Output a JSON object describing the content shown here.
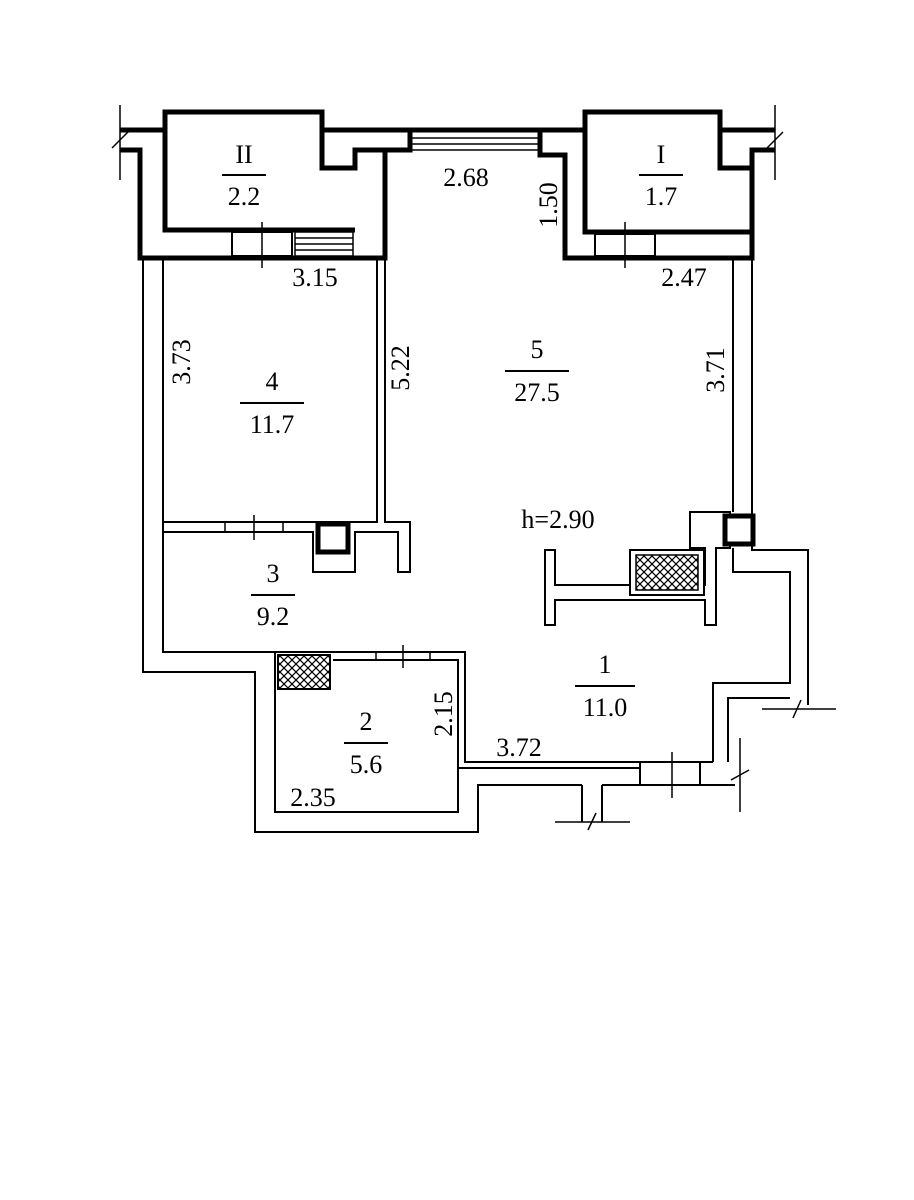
{
  "rooms": [
    {
      "id": "II",
      "number": "II",
      "area": "2.2"
    },
    {
      "id": "I",
      "number": "I",
      "area": "1.7"
    },
    {
      "id": "4",
      "number": "4",
      "area": "11.7"
    },
    {
      "id": "5",
      "number": "5",
      "area": "27.5"
    },
    {
      "id": "3",
      "number": "3",
      "area": "9.2"
    },
    {
      "id": "1",
      "number": "1",
      "area": "11.0"
    },
    {
      "id": "2",
      "number": "2",
      "area": "5.6"
    }
  ],
  "dimensions": {
    "d_268": "2.68",
    "d_150": "1.50",
    "d_315": "3.15",
    "d_247": "2.47",
    "d_373": "3.73",
    "d_522": "5.22",
    "d_371": "3.71",
    "d_215": "2.15",
    "d_372": "3.72",
    "d_235": "2.35"
  },
  "ceiling_height": "h=2.90",
  "colors": {
    "line": "#000000",
    "background": "#ffffff"
  }
}
